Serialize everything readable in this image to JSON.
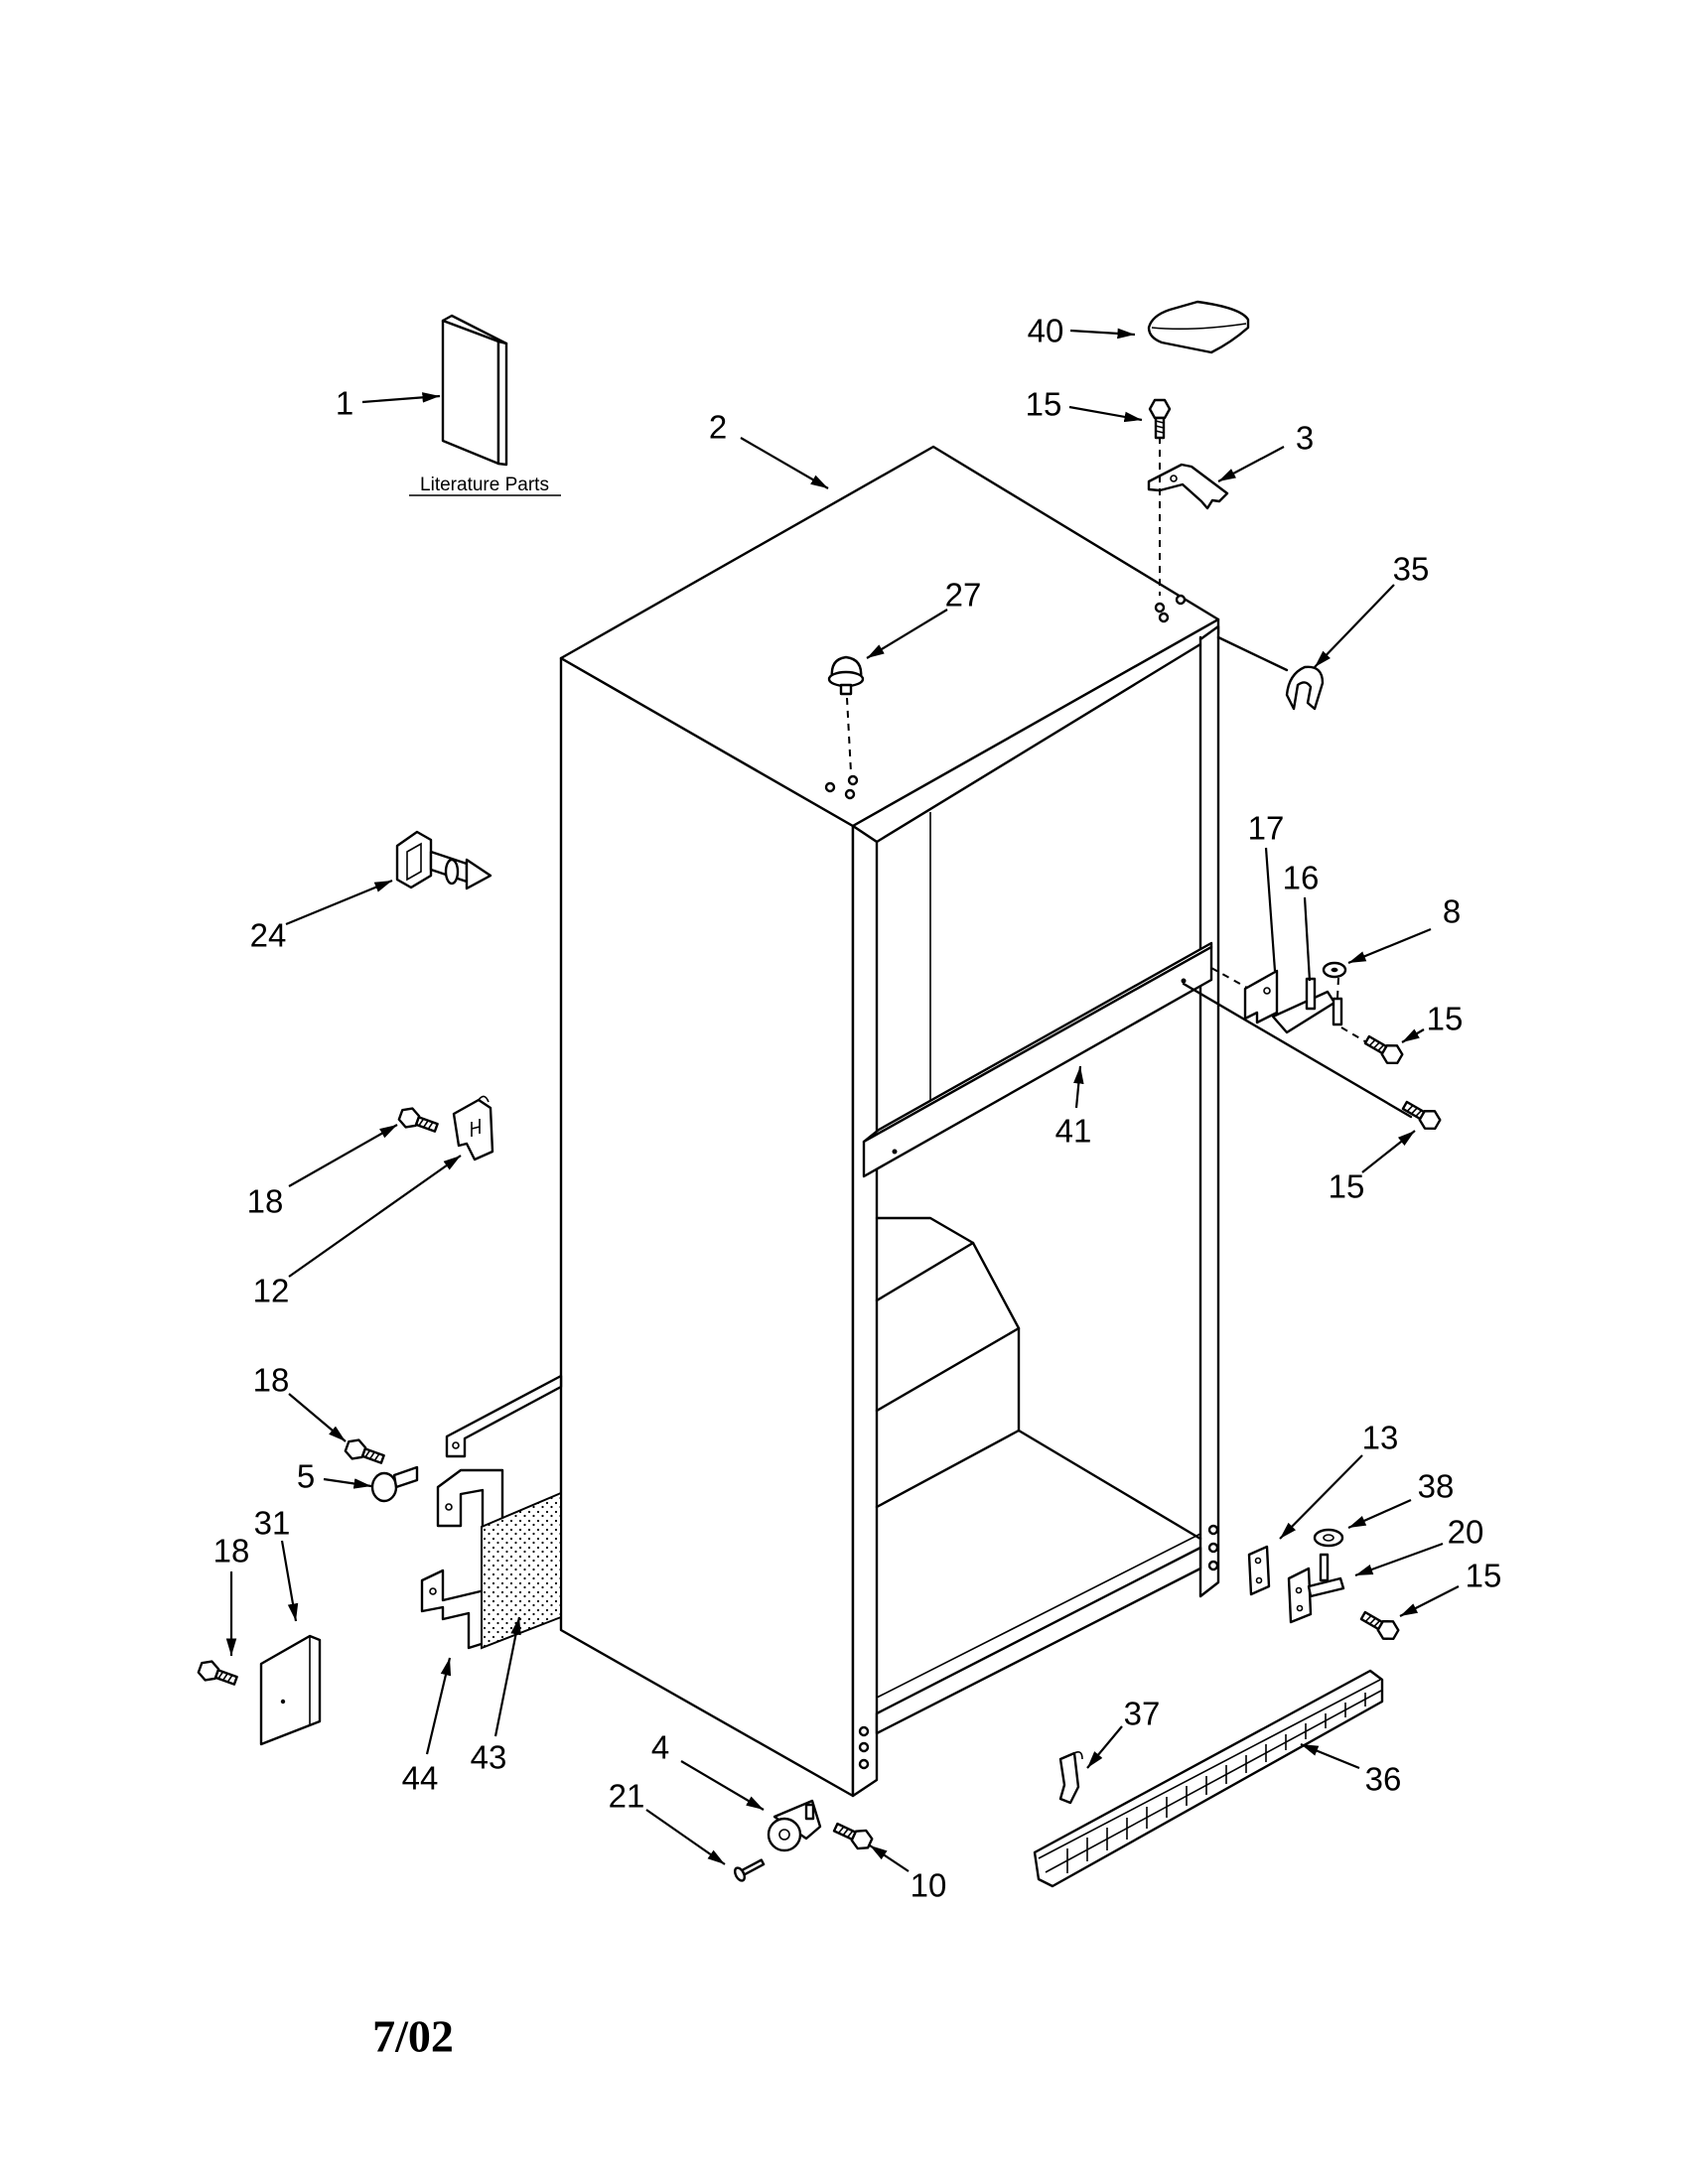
{
  "callouts": [
    "1",
    "2",
    "40",
    "15",
    "3",
    "27",
    "35",
    "24",
    "17",
    "16",
    "8",
    "15",
    "41",
    "15",
    "18",
    "12",
    "18",
    "5",
    "31",
    "18",
    "44",
    "43",
    "13",
    "38",
    "20",
    "15",
    "37",
    "36",
    "4",
    "21",
    "10"
  ],
  "literature_caption": "Literature Parts",
  "date_code": "7/02",
  "colors": {
    "ink": "#000000",
    "paper": "#ffffff"
  }
}
